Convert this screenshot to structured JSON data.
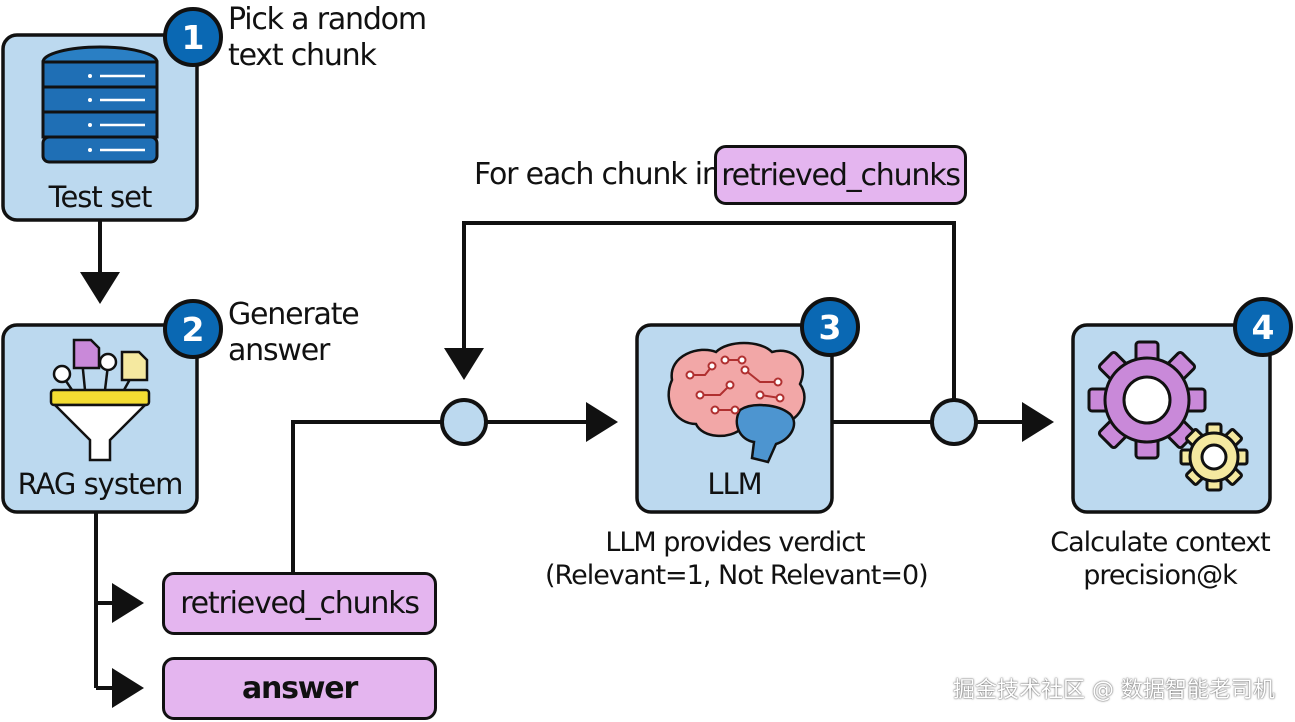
{
  "steps": {
    "s1": {
      "number": "1",
      "text_line1": "Pick a random",
      "text_line2": "text chunk",
      "box_label": "Test set"
    },
    "s2": {
      "number": "2",
      "text_line1": "Generate",
      "text_line2": "answer",
      "box_label": "RAG system"
    },
    "s3": {
      "number": "3",
      "box_label": "LLM",
      "caption_line1": "LLM provides verdict",
      "caption_line2": "(Relevant=1, Not Relevant=0)"
    },
    "s4": {
      "number": "4",
      "caption_line1": "Calculate context",
      "caption_line2": "precision@k"
    }
  },
  "outputs": {
    "retrieved": "retrieved_chunks",
    "answer": "answer"
  },
  "loop": {
    "prefix": "For each chunk in",
    "pill": "retrieved_chunks"
  },
  "watermark": "掘金技术社区 @ 数据智能老司机",
  "colors": {
    "box_fill": "#bcd9ef",
    "pill_fill": "#e4b5ef",
    "badge_fill": "#0a68b3",
    "node_fill": "#bcd9ef",
    "stroke": "#111111"
  }
}
